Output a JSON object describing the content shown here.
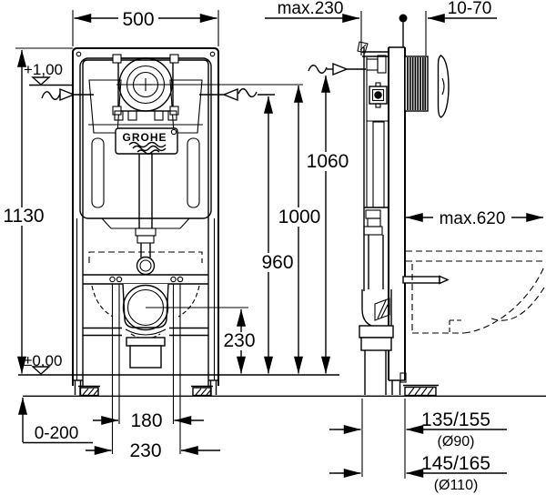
{
  "drawing": {
    "brand_logo": "GROHE",
    "front_view": {
      "frame_width": "500",
      "frame_height": "1130",
      "level_top": "+1,00",
      "level_floor": "±0,00",
      "foot_adjustment": "0-200",
      "stud_spacing": "180",
      "stud_spacing_outer": "230",
      "drain_center_height": "230"
    },
    "heights": {
      "side_supply": "1060",
      "actuator_center": "1000",
      "front_supply": "960"
    },
    "side_view": {
      "top_clearance": "max.230",
      "finished_wall_range": "10-70",
      "max_depth": "max.620",
      "drain_offset_90": "135/155",
      "drain_dia_90": "(Ø90)",
      "drain_offset_110": "145/165",
      "drain_dia_110": "(Ø110)"
    }
  }
}
